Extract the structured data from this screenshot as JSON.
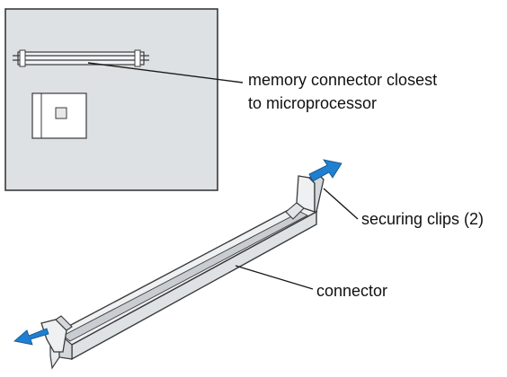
{
  "labels": {
    "memory_connector_line1": "memory connector closest",
    "memory_connector_line2": "to microprocessor",
    "securing_clips": "securing clips (2)",
    "connector": "connector"
  },
  "colors": {
    "board_fill": "#dde1e4",
    "outline": "#3a3a3a",
    "arrow_blue": "#1f7fd0",
    "connector_light": "#eef0f2",
    "connector_shade": "#c9cdd1",
    "text": "#111111"
  },
  "icons": {
    "release_arrow": "blue-arrow-icon",
    "microprocessor": "chip-icon"
  }
}
